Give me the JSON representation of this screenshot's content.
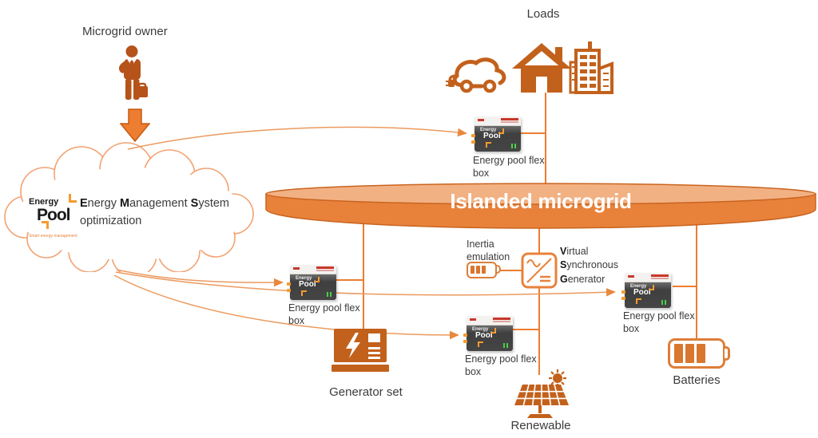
{
  "colors": {
    "icon_orange": "#C2611C",
    "person_orange": "#B5531B",
    "line_orange": "#ED7D31",
    "curve_orange": "#EB9A5F",
    "bar_fill": "#E8823B",
    "bar_top_fill": "#F2B183",
    "bar_border": "#C9641F",
    "battery_outline": "#DD7E3A",
    "device_gray": "#454545",
    "led_green": "#49D148",
    "text_dark": "#3B3B3B",
    "bar_text": "#FFFFFF"
  },
  "owner": {
    "label": "Microgrid owner"
  },
  "cloud": {
    "logo": {
      "brand_top": "Energy",
      "brand_bottom": "Pool",
      "tagline": "Smart energy management"
    },
    "title": {
      "words": [
        {
          "lead": "E",
          "rest": "nergy"
        },
        {
          "lead": "M",
          "rest": "anagement"
        },
        {
          "lead": "S",
          "rest": "ystem"
        }
      ],
      "line2": "optimization"
    }
  },
  "loads": {
    "label": "Loads"
  },
  "bar": {
    "label": "Islanded microgrid"
  },
  "flex_box_label": "Energy pool flex box",
  "flex_device": {
    "brand_small": "Energy",
    "brand": "Pool"
  },
  "inertia": {
    "label": "Inertia emulation"
  },
  "vsg": {
    "lines": [
      {
        "lead": "V",
        "rest": "irtual"
      },
      {
        "lead": "S",
        "rest": "ynchronous"
      },
      {
        "lead": "G",
        "rest": "enerator"
      }
    ]
  },
  "generator": {
    "label": "Generator set"
  },
  "renewable": {
    "label": "Renewable"
  },
  "batteries": {
    "label": "Batteries"
  }
}
